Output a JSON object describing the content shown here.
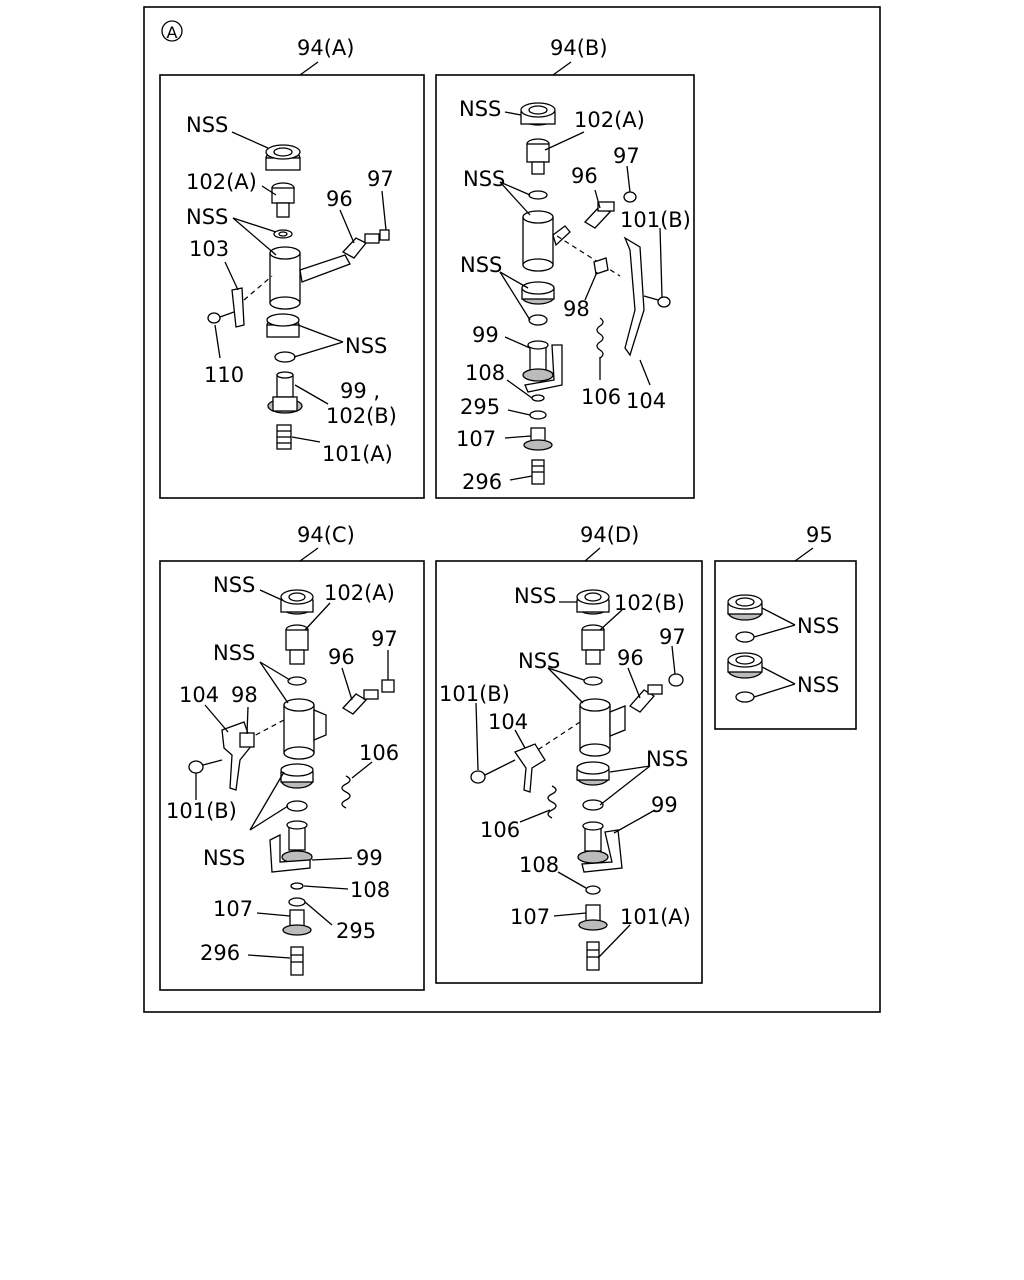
{
  "figure": {
    "marker": "A",
    "panels": {
      "a": {
        "title": "94(A)",
        "labels": [
          "NSS",
          "102(A)",
          "96",
          "97",
          "NSS",
          "103",
          "110",
          "NSS",
          "99 ,",
          "102(B)",
          "101(A)"
        ]
      },
      "b": {
        "title": "94(B)",
        "labels": [
          "NSS",
          "102(A)",
          "97",
          "NSS",
          "96",
          "101(B)",
          "NSS",
          "98",
          "99",
          "108",
          "106",
          "104",
          "295",
          "107",
          "296"
        ]
      },
      "c": {
        "title": "94(C)",
        "labels": [
          "NSS",
          "102(A)",
          "NSS",
          "96",
          "97",
          "104",
          "98",
          "106",
          "101(B)",
          "NSS",
          "99",
          "108",
          "107",
          "295",
          "296"
        ]
      },
      "d": {
        "title": "94(D)",
        "labels": [
          "NSS",
          "102(B)",
          "97",
          "NSS",
          "96",
          "101(B)",
          "104",
          "NSS",
          "99",
          "106",
          "108",
          "107",
          "101(A)"
        ]
      },
      "e": {
        "title": "95",
        "labels": [
          "NSS",
          "NSS"
        ]
      }
    }
  }
}
